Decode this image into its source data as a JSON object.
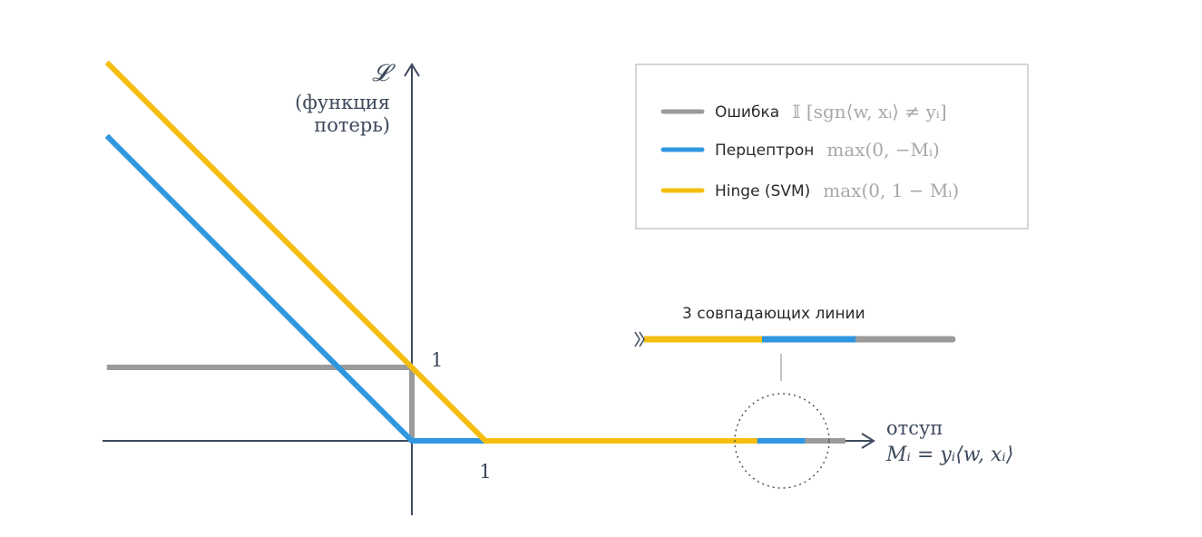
{
  "chart_data": {
    "type": "line",
    "xlim": [
      -4.15,
      5.9
    ],
    "ylim": [
      -1,
      5.1
    ],
    "grid": false,
    "legend_position": "top-right",
    "ylabel": {
      "symbol": "𝓛",
      "lines": [
        "(функция",
        "потерь)"
      ]
    },
    "xlabel": {
      "word": "отсуп",
      "formula": "Mᵢ = yᵢ⟨w, xᵢ⟩"
    },
    "xticks": [
      {
        "value": 1,
        "label": "1"
      }
    ],
    "yticks": [
      {
        "value": 1,
        "label": "1"
      }
    ],
    "series": [
      {
        "name": "Ошибка",
        "formula": "𝕀 [sgn⟨w, xᵢ⟩ ≠ yᵢ]",
        "color": "#9b9b9b",
        "points": [
          [
            -4.15,
            1
          ],
          [
            0,
            1
          ],
          [
            0,
            0
          ],
          [
            5.9,
            0
          ]
        ]
      },
      {
        "name": "Перцептрон",
        "formula": "max(0, −Mᵢ)",
        "color": "#2f96e0",
        "points": [
          [
            -4.15,
            4.15
          ],
          [
            0,
            0
          ],
          [
            5.35,
            0
          ]
        ]
      },
      {
        "name": "Hinge (SVM)",
        "formula": "max(0, 1 − Mᵢ)",
        "color": "#f5bd0f",
        "points": [
          [
            -4.15,
            5.15
          ],
          [
            1,
            0
          ],
          [
            4.7,
            0
          ]
        ]
      }
    ],
    "annotation": {
      "text": "3 совпадающих линии"
    }
  }
}
